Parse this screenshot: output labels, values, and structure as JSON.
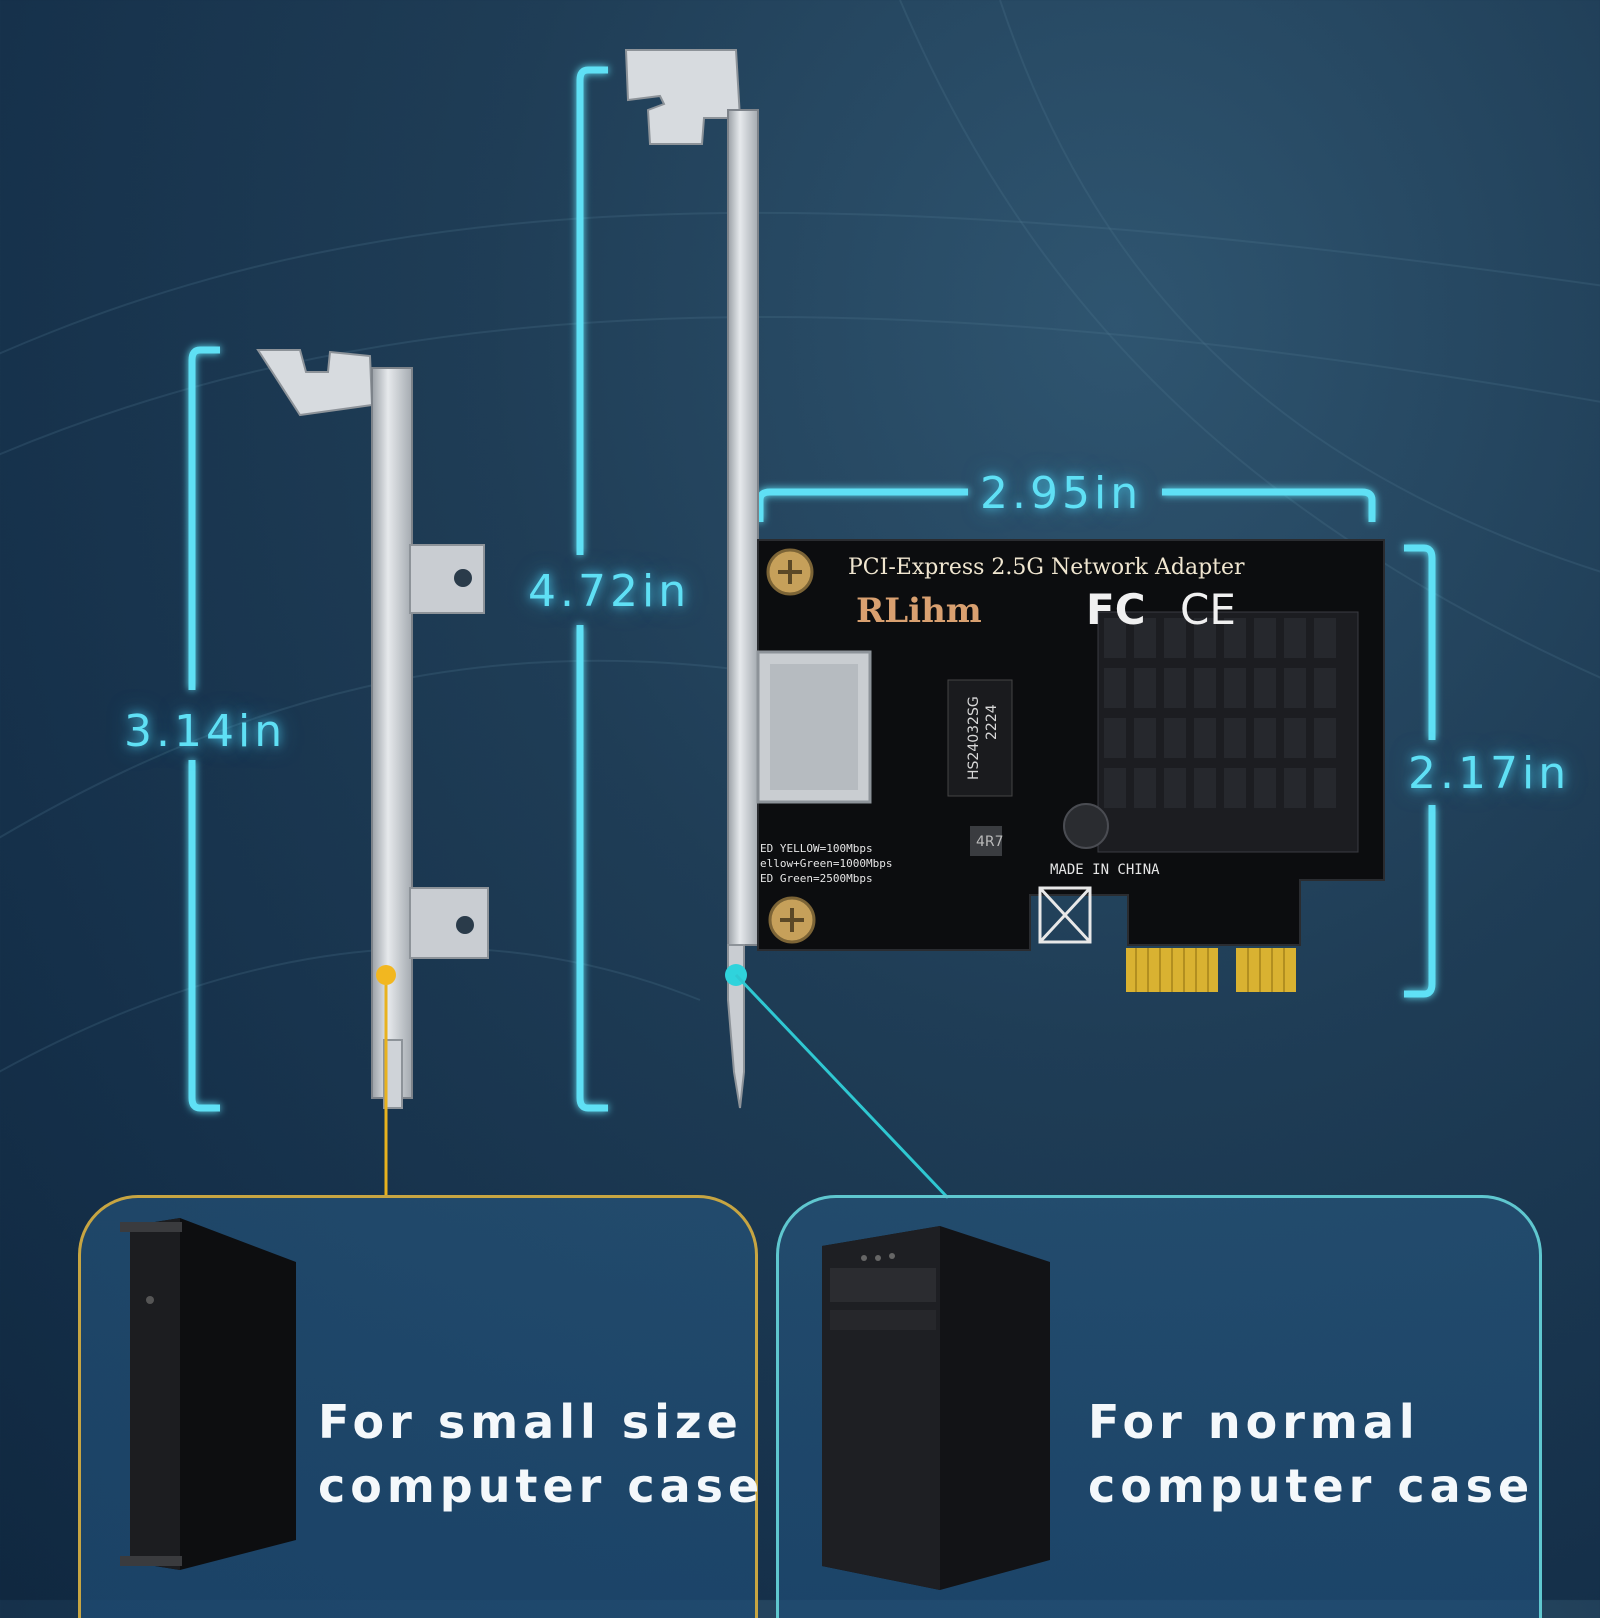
{
  "dimensions": {
    "low_profile_height": "3.14in",
    "full_height": "4.72in",
    "card_width": "2.95in",
    "card_height": "2.17in"
  },
  "card": {
    "title": "PCI-Express 2.5G Network Adapter",
    "brand": "RLihm",
    "chip_label": "HS24032SG",
    "chip_code": "2224",
    "inductor_code": "4R7",
    "led_legend": [
      "ED YELLOW=100Mbps",
      "ellow+Green=1000Mbps",
      "ED Green=2500Mbps"
    ],
    "origin": "MADE IN CHINA",
    "certifications": [
      "FC",
      "CE"
    ]
  },
  "cases": {
    "small": "For small size\ncomputer case",
    "normal": "For normal\ncomputer case"
  },
  "colors": {
    "dimension_glow": "#5fe0f5",
    "small_case_accent": "#e8b21e",
    "normal_case_accent": "#3ed3dd"
  }
}
